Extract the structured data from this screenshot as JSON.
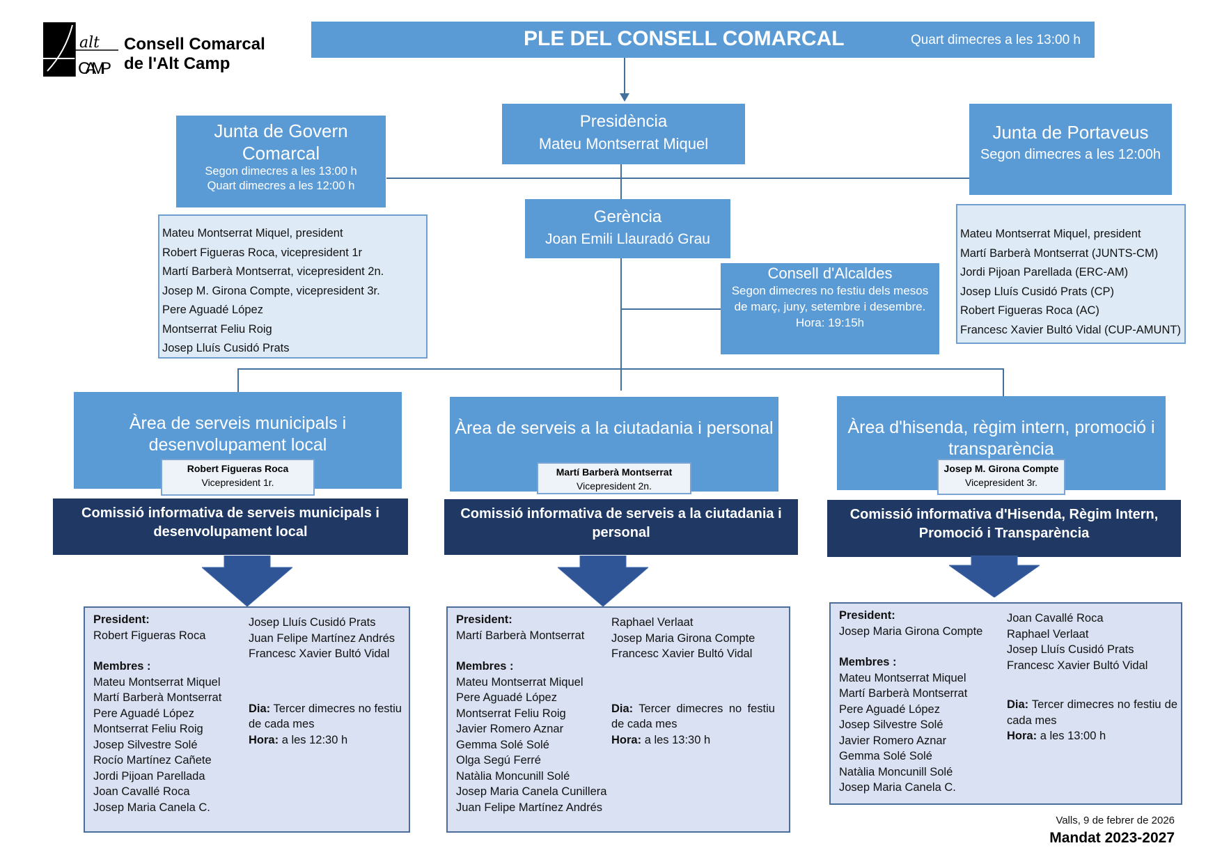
{
  "logo": {
    "mark_top": "alt",
    "mark_bottom": "CAMP",
    "line1": "Consell Comarcal",
    "line2": "de l'Alt Camp"
  },
  "ple": {
    "title": "PLE DEL CONSELL COMARCAL",
    "schedule": "Quart dimecres a les 13:00 h"
  },
  "presidencia": {
    "title": "Presidència",
    "name": "Mateu Montserrat Miquel"
  },
  "junta_govern": {
    "title": "Junta de Govern Comarcal",
    "schedule1": "Segon dimecres a les 13:00 h",
    "schedule2": "Quart dimecres a les 12:00 h",
    "members": [
      "Mateu Montserrat Miquel, president",
      "Robert Figueras  Roca, vicepresident 1r",
      "Martí Barberà Montserrat, vicepresident 2n.",
      "Josep M. Girona Compte, vicepresident 3r.",
      "Pere Aguadé López",
      "Montserrat Feliu Roig",
      "Josep Lluís Cusidó Prats"
    ]
  },
  "junta_portaveus": {
    "title": "Junta de Portaveus",
    "schedule": "Segon dimecres a les 12:00h",
    "members": [
      "Mateu Montserrat Miquel, president",
      "Martí Barberà Montserrat (JUNTS-CM)",
      "Jordi Pijoan Parellada (ERC-AM)",
      "Josep Lluís Cusidó Prats (CP)",
      "Robert Figueras  Roca (AC)",
      "Francesc Xavier Bultó Vidal (CUP-AMUNT)"
    ]
  },
  "gerencia": {
    "title": "Gerència",
    "name": "Joan Emili Llauradó Grau"
  },
  "consell_alcaldes": {
    "title": "Consell d'Alcaldes",
    "schedule": "Segon dimecres no festiu dels mesos de març, juny, setembre i desembre.",
    "hora": "Hora: 19:15h"
  },
  "areas": [
    {
      "title": "Àrea de serveis municipals i desenvolupament local",
      "leader_name": "Robert Figueras Roca",
      "leader_role": "Vicepresident 1r.",
      "comissio": "Comissió informativa de serveis municipals i desenvolupament local",
      "president_label": "President:",
      "president": "Robert Figueras Roca",
      "membres_label": "Membres :",
      "members_col1": [
        "Mateu Montserrat Miquel",
        "Martí Barberà Montserrat",
        "Pere Aguadé López",
        "Montserrat Feliu Roig",
        "Josep Silvestre Solé",
        "Rocío Martínez Cañete",
        "Jordi Pijoan Parellada",
        "Joan Cavallé Roca",
        "Josep Maria Canela C."
      ],
      "members_col2": [
        "Josep Lluís Cusidó Prats",
        "Juan Felipe Martínez Andrés",
        "Francesc Xavier Bultó Vidal"
      ],
      "dia_label": "Dia:",
      "dia": "Tercer dimecres no festiu de cada mes",
      "hora_label": "Hora:",
      "hora": "a les 12:30 h"
    },
    {
      "title": "Àrea de serveis a la ciutadania i personal",
      "leader_name": "Martí Barberà Montserrat",
      "leader_role": "Vicepresident 2n.",
      "comissio": "Comissió informativa de serveis a la ciutadania i personal",
      "president_label": "President:",
      "president": "Martí Barberà Montserrat",
      "membres_label": "Membres :",
      "members_col1": [
        "Mateu Montserrat Miquel",
        "Pere Aguadé López",
        "Montserrat Feliu Roig",
        "Javier Romero Aznar",
        "Gemma Solé Solé",
        "Olga Segú Ferré",
        "Natàlia Moncunill Solé",
        "Josep Maria Canela Cunillera",
        "Juan Felipe Martínez Andrés"
      ],
      "members_col2": [
        "Raphael Verlaat",
        "Josep Maria Girona Compte",
        "Francesc Xavier Bultó Vidal"
      ],
      "dia_label": "Dia:",
      "dia": "Tercer dimecres no festiu de cada mes",
      "hora_label": "Hora:",
      "hora": "a les 13:30 h"
    },
    {
      "title": "Àrea d'hisenda, règim intern, promoció i transparència",
      "leader_name": "Josep M. Girona Compte",
      "leader_role": "Vicepresident 3r.",
      "comissio": "Comissió informativa d'Hisenda, Règim Intern, Promoció i Transparència",
      "president_label": "President:",
      "president": "Josep Maria Girona Compte",
      "membres_label": "Membres :",
      "members_col1": [
        "Mateu Montserrat Miquel",
        "Martí Barberà Montserrat",
        "Pere Aguadé López",
        "Josep Silvestre Solé",
        "Javier Romero Aznar",
        "Gemma Solé Solé",
        "Natàlia Moncunill Solé",
        "Josep Maria Canela C."
      ],
      "members_col2": [
        "Joan Cavallé Roca",
        "Raphael Verlaat",
        "Josep Lluís Cusidó Prats",
        "Francesc Xavier Bultó Vidal"
      ],
      "dia_label": "Dia:",
      "dia": "Tercer dimecres no festiu de cada mes",
      "hora_label": "Hora:",
      "hora": "a les 13:00 h"
    }
  ],
  "footer": {
    "place_date": "Valls, 9 de febrer de 2026",
    "mandat": "Mandat 2023-2027"
  },
  "colors": {
    "box_blue": "#5b9bd5",
    "navy": "#1f3864",
    "arrow": "#2f5597",
    "connector": "#41719c"
  }
}
